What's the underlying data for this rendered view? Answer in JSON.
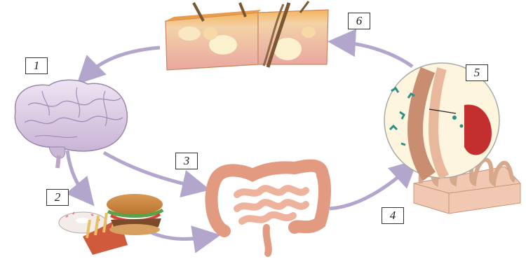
{
  "steps": {
    "s1": {
      "number": "1",
      "subject": "brain"
    },
    "s2": {
      "number": "2",
      "subject": "junk-food"
    },
    "s3": {
      "number": "3",
      "subject": "intestines"
    },
    "s4": {
      "number": "4",
      "subject": "intestinal-wall"
    },
    "s5": {
      "number": "5",
      "subject": "gut-barrier-closeup"
    },
    "s6": {
      "number": "6",
      "subject": "skin"
    }
  },
  "colors": {
    "arrow": "#b3a6cc",
    "brain": "#d9c9e3",
    "intestine": "#e8a48c",
    "skin": "#f1c195",
    "background": "#ffffff"
  }
}
